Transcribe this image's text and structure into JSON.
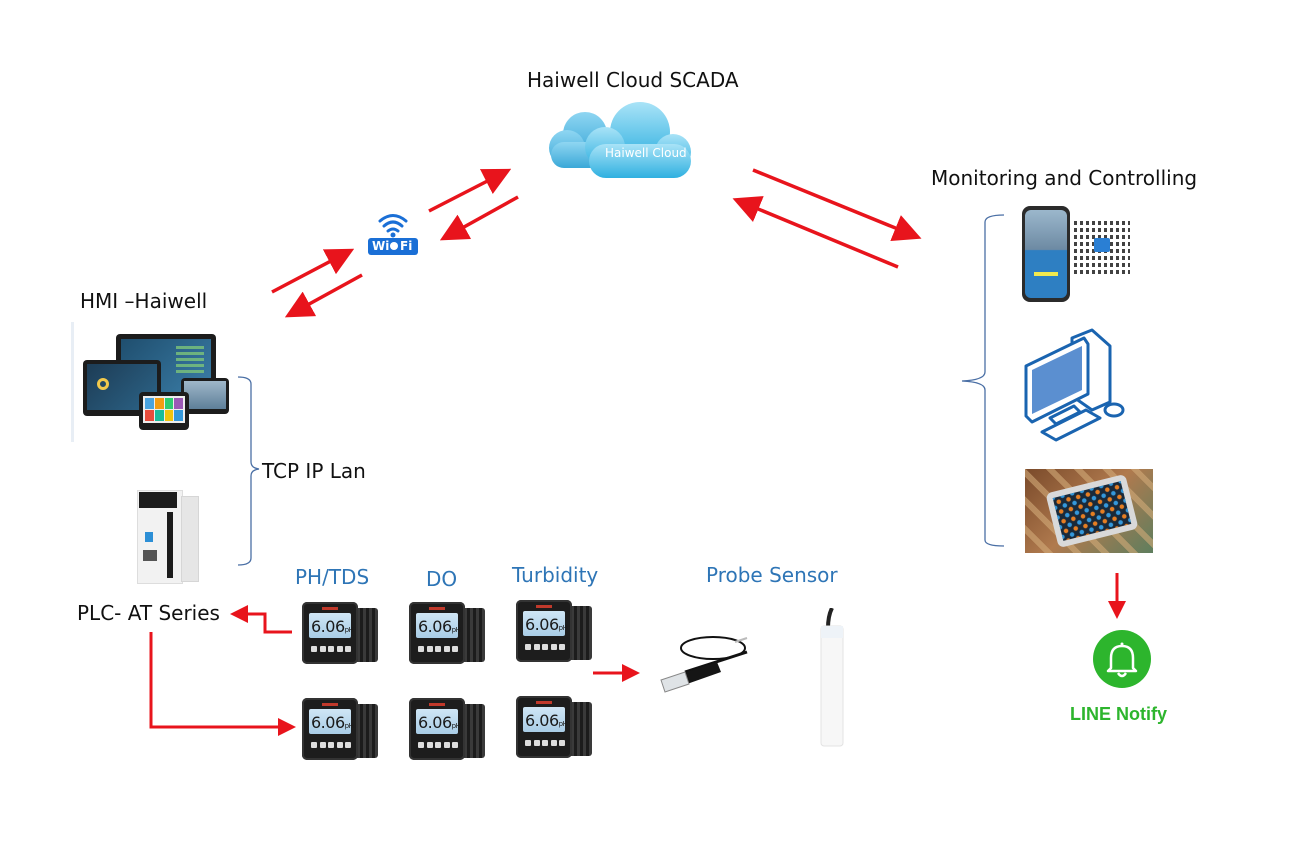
{
  "labels": {
    "cloud_title": "Haiwell Cloud SCADA",
    "cloud_inner": "Haiwell Cloud",
    "hmi": "HMI –Haiwell",
    "tcp": "TCP IP Lan",
    "plc": "PLC- AT Series",
    "monitoring": "Monitoring and Controlling",
    "probe": "Probe Sensor",
    "line_notify": "LINE Notify",
    "wifi_left": "Wi",
    "wifi_right": "Fi"
  },
  "sensors": [
    {
      "name": "PH/TDS",
      "reading": "6.06",
      "unit": "pH"
    },
    {
      "name": "DO",
      "reading": "6.06",
      "unit": "pH"
    },
    {
      "name": "Turbidity",
      "reading": "6.06",
      "unit": "pH"
    }
  ],
  "icons": {
    "cloud": "cloud-icon",
    "wifi": "wifi-icon",
    "hmi": "hmi-panels-image",
    "plc": "plc-module-image",
    "phone": "phone-qr-image",
    "computer": "desktop-computer-icon",
    "tablet": "tablet-image",
    "bell": "bell-icon",
    "probe_ph": "ph-probe-image",
    "probe_tube": "probe-tube-image"
  },
  "colors": {
    "arrow": "#e8141c",
    "label_blue": "#2e75b6",
    "bracket": "#4a6fa5",
    "line_green": "#2db52d",
    "cloud_blue": "#4fc3ea",
    "wifi_blue": "#1a6fd6"
  }
}
